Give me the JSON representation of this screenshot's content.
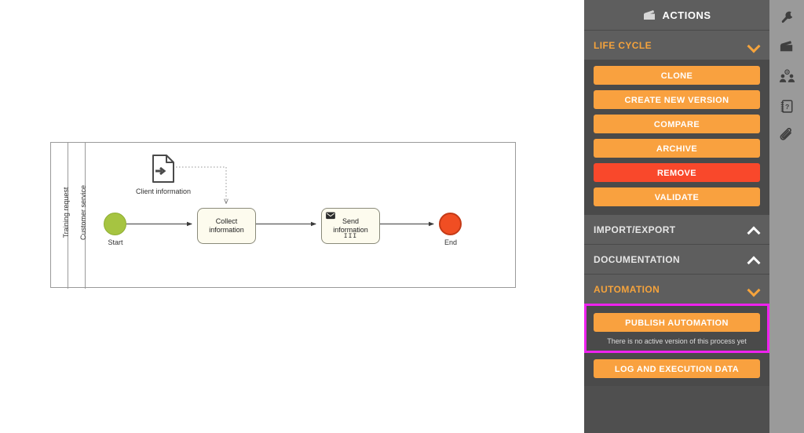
{
  "diagram": {
    "pool_label": "Training request",
    "lane_label": "Customer service",
    "data_object": {
      "label": "Client information",
      "icon": "data-input-icon"
    },
    "nodes": [
      {
        "id": "start",
        "type": "start-event",
        "label": "Start",
        "color": "#a6c441"
      },
      {
        "id": "collect",
        "type": "task",
        "label": "Collect information"
      },
      {
        "id": "send",
        "type": "send-task",
        "label": "Send information",
        "icon": "envelope-icon",
        "marker": "III"
      },
      {
        "id": "end",
        "type": "end-event",
        "label": "End",
        "color": "#f04e23"
      }
    ]
  },
  "sidebar": {
    "header": {
      "title": "ACTIONS",
      "icon": "clapperboard-icon"
    },
    "sections": [
      {
        "id": "life-cycle",
        "title": "LIFE CYCLE",
        "expanded": true,
        "buttons": [
          {
            "label": "CLONE",
            "style": "primary"
          },
          {
            "label": "CREATE NEW VERSION",
            "style": "primary"
          },
          {
            "label": "COMPARE",
            "style": "primary"
          },
          {
            "label": "ARCHIVE",
            "style": "primary"
          },
          {
            "label": "REMOVE",
            "style": "danger"
          },
          {
            "label": "VALIDATE",
            "style": "primary"
          }
        ]
      },
      {
        "id": "import-export",
        "title": "IMPORT/EXPORT",
        "expanded": false
      },
      {
        "id": "documentation",
        "title": "DOCUMENTATION",
        "expanded": false
      },
      {
        "id": "automation",
        "title": "AUTOMATION",
        "expanded": true,
        "publish_button": "PUBLISH AUTOMATION",
        "publish_hint": "There is no active version of this process yet",
        "log_button": "LOG AND EXECUTION DATA"
      }
    ]
  },
  "rail": {
    "icons": [
      {
        "name": "wrench-icon"
      },
      {
        "name": "clapperboard-icon"
      },
      {
        "name": "users-icon"
      },
      {
        "name": "help-notebook-icon"
      },
      {
        "name": "paperclip-icon"
      }
    ]
  },
  "colors": {
    "accent_orange": "#f9a13f",
    "danger_red": "#f9482b",
    "highlight_magenta": "#ee22ee",
    "panel_dark": "#4a4a4a",
    "panel_head": "#5e5e5e",
    "rail_gray": "#9a9a9a"
  }
}
